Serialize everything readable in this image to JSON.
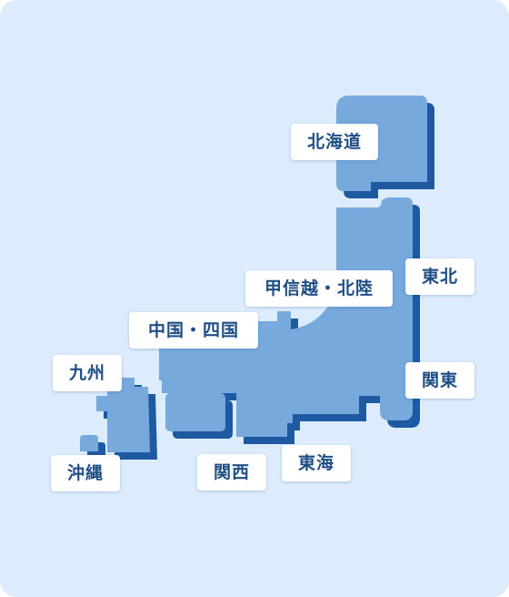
{
  "colors": {
    "background": "#dcecfd",
    "land": "#77a9dc",
    "land_shadow": "#1d5aa1",
    "label_text": "#1f4e86",
    "label_bg": "#ffffff"
  },
  "regions": {
    "hokkaido": "北海道",
    "tohoku": "東北",
    "koshinetsu_hokuriku": "甲信越・北陸",
    "kanto": "関東",
    "tokai": "東海",
    "kansai": "関西",
    "chugoku_shikoku": "中国・四国",
    "kyushu": "九州",
    "okinawa": "沖縄"
  }
}
